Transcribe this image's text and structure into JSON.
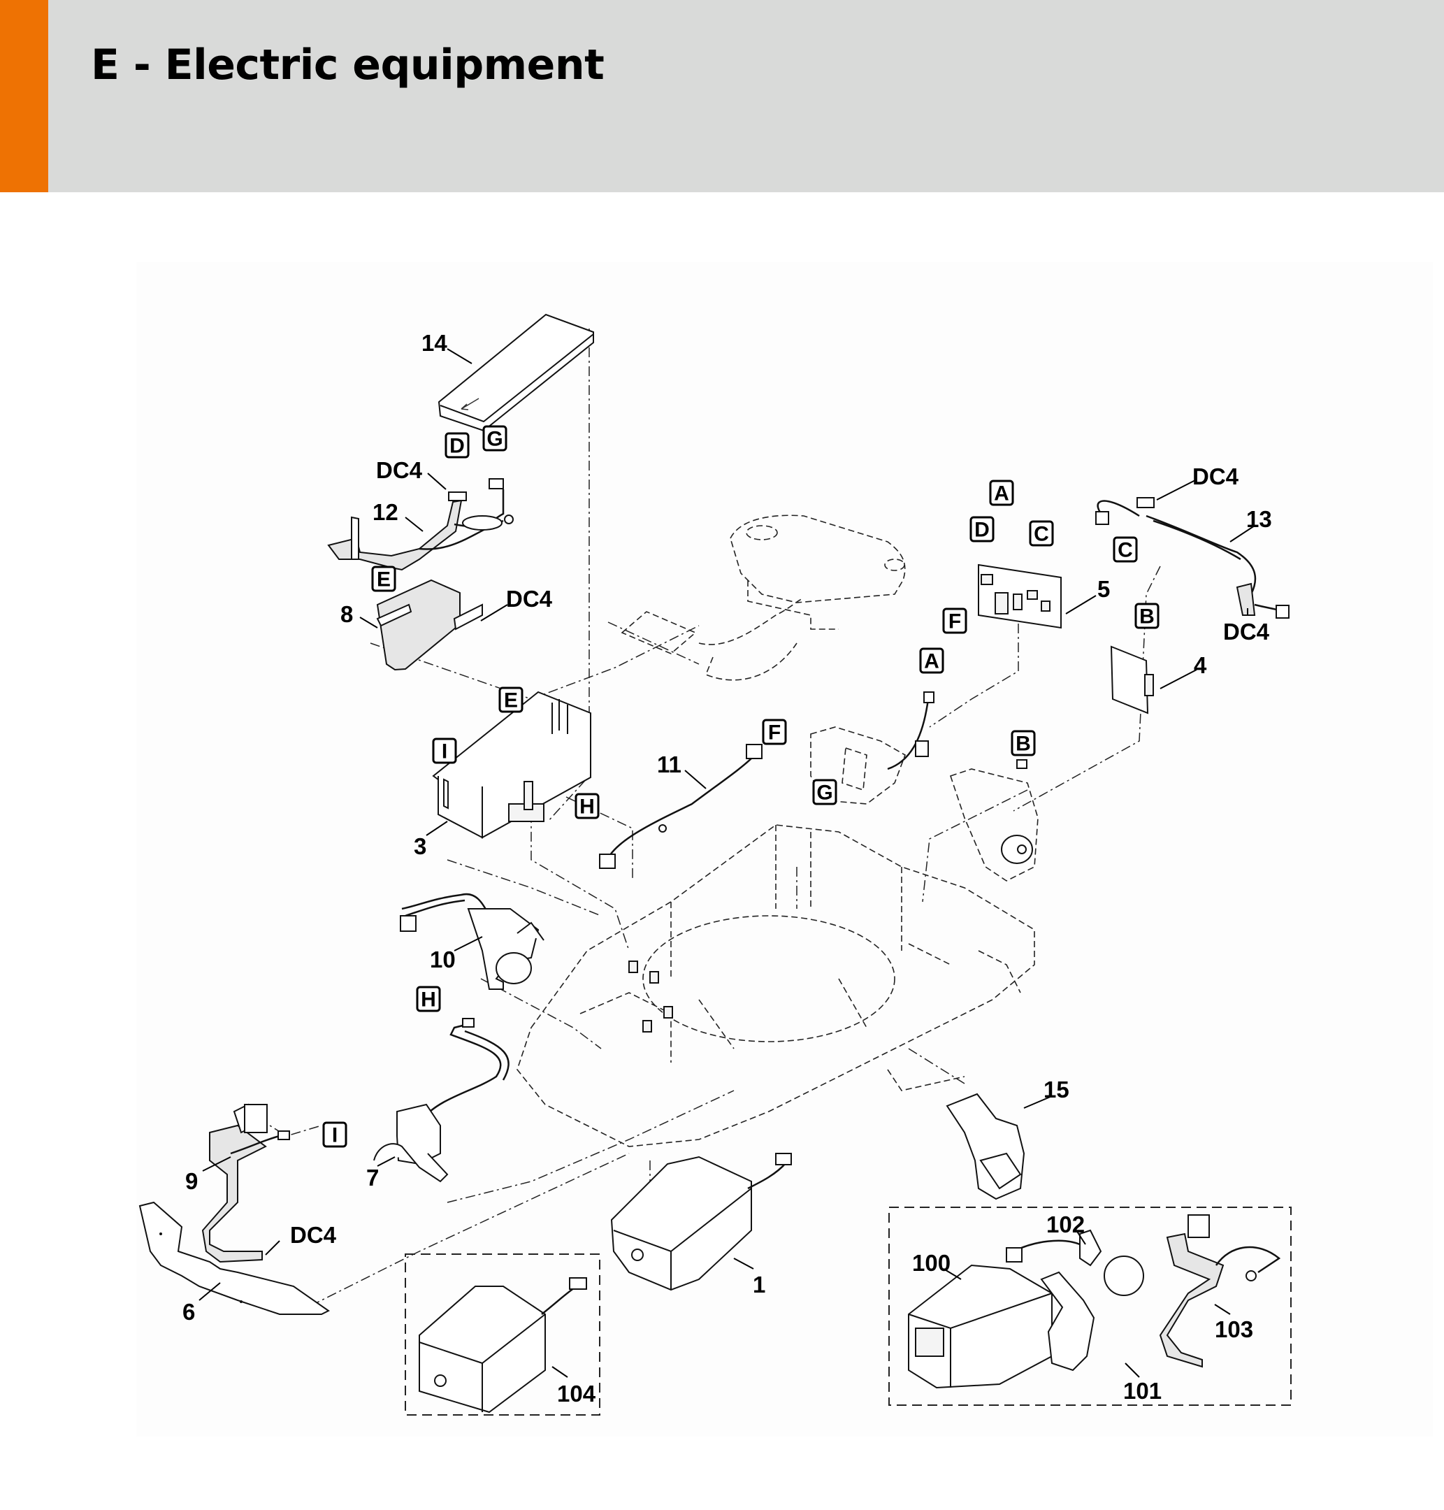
{
  "header": {
    "title": "E - Electric equipment",
    "accent_color": "#ee7203",
    "background_color": "#d9dad9"
  },
  "diagram": {
    "description": "Exploded parts diagram of robotic mower electric equipment",
    "part_labels": {
      "p1": "1",
      "p3": "3",
      "p4": "4",
      "p5": "5",
      "p6": "6",
      "p7": "7",
      "p8": "8",
      "p9": "9",
      "p10": "10",
      "p11": "11",
      "p12": "12",
      "p13": "13",
      "p14": "14",
      "p15": "15",
      "p100": "100",
      "p101": "101",
      "p102": "102",
      "p103": "103",
      "p104": "104"
    },
    "connector_labels": {
      "dc4_12": "DC4",
      "dc4_8": "DC4",
      "dc4_13_top": "DC4",
      "dc4_13_bottom": "DC4",
      "dc4_9": "DC4"
    },
    "reference_markers": {
      "d_top": "D",
      "g_top": "G",
      "e_12": "E",
      "e_3": "E",
      "i_3": "I",
      "h_3": "H",
      "f_11": "F",
      "g_chassis": "G",
      "a_motor": "A",
      "a_board": "A",
      "d_board": "D",
      "c_board": "C",
      "f_board": "F",
      "c_13": "C",
      "b_board": "B",
      "b_motor": "B",
      "h_7": "H",
      "i_9": "I"
    }
  }
}
